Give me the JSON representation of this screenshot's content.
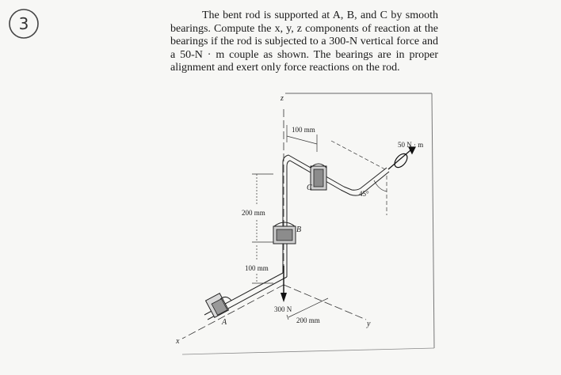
{
  "problem": {
    "number": "3",
    "text": "The bent rod is supported at A, B, and C by smooth bearings. Compute the x, y, z components of reaction at the bearings if the rod is subjected to a 300-N vertical force and a 50-N · m couple as shown. The bearings are in proper alignment and exert only force reactions on the rod."
  },
  "figure": {
    "axis_z": "z",
    "axis_x": "x",
    "axis_y": "y",
    "point_a": "A",
    "point_b": "B",
    "point_c": "C",
    "dim_100_top": "100 mm",
    "dim_200_left": "200 mm",
    "dim_100_left": "100 mm",
    "dim_200_bottom": "200 mm",
    "force_label": "300 N",
    "couple_label": "50 N · m",
    "angle_label": "45°"
  }
}
